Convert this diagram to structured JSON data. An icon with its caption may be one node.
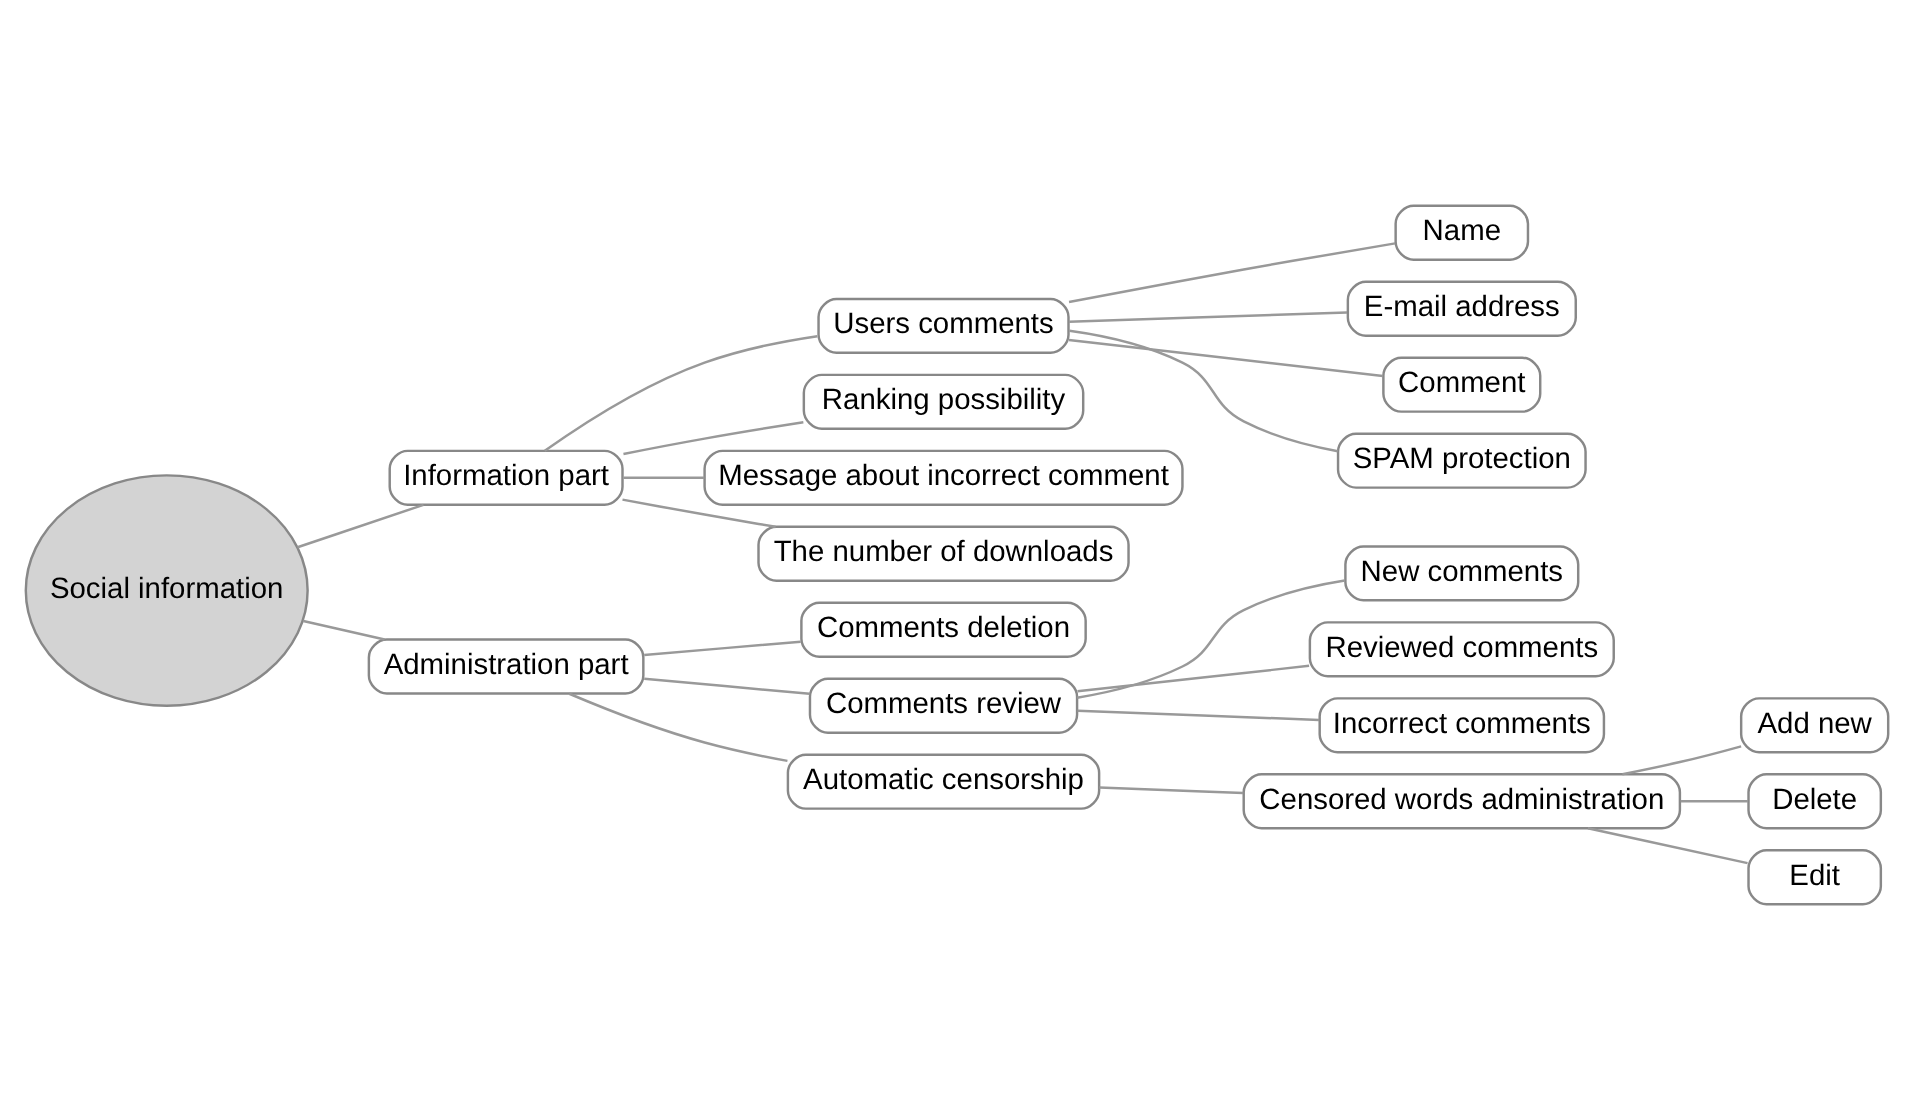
{
  "diagram": {
    "nodes": [
      {
        "text": [
          "Social information"
        ]
      },
      {
        "text": [
          "Information part"
        ]
      },
      {
        "text": [
          "Users comments"
        ]
      },
      {
        "text": [
          "Name"
        ]
      },
      {
        "text": [
          "E-mail address"
        ]
      },
      {
        "text": [
          "Comment"
        ]
      },
      {
        "text": [
          "SPAM protection"
        ]
      },
      {
        "text": [
          "Ranking possibility"
        ]
      },
      {
        "text": [
          "Message about incorrect comment"
        ]
      },
      {
        "text": [
          "The number of downloads"
        ]
      },
      {
        "text": [
          "Administration part"
        ]
      },
      {
        "text": [
          "Comments deletion"
        ]
      },
      {
        "text": [
          "Comments review"
        ]
      },
      {
        "text": [
          "New comments"
        ]
      },
      {
        "text": [
          "Reviewed comments"
        ]
      },
      {
        "text": [
          "Incorrect comments"
        ]
      },
      {
        "text": [
          "Automatic censorship"
        ]
      },
      {
        "text": [
          "Censored words administration"
        ]
      },
      {
        "text": [
          "Add new"
        ]
      },
      {
        "text": [
          "Delete"
        ]
      },
      {
        "text": [
          "Edit"
        ]
      }
    ],
    "edges": [
      {
        "from": 0,
        "to": 1,
        "arrow": "none"
      },
      {
        "from": 1,
        "to": 2,
        "arrow": "none"
      },
      {
        "from": 2,
        "to": 3,
        "arrow": "none"
      },
      {
        "from": 2,
        "to": 4,
        "arrow": "none"
      },
      {
        "from": 2,
        "to": 5,
        "arrow": "none"
      },
      {
        "from": 2,
        "to": 6,
        "arrow": "none"
      },
      {
        "from": 1,
        "to": 7,
        "arrow": "none"
      },
      {
        "from": 1,
        "to": 8,
        "arrow": "none"
      },
      {
        "from": 1,
        "to": 9,
        "arrow": "none"
      },
      {
        "from": 0,
        "to": 10,
        "arrow": "none"
      },
      {
        "from": 10,
        "to": 11,
        "arrow": "none"
      },
      {
        "from": 10,
        "to": 12,
        "arrow": "none"
      },
      {
        "from": 12,
        "to": 13,
        "arrow": "none"
      },
      {
        "from": 12,
        "to": 14,
        "arrow": "none"
      },
      {
        "from": 12,
        "to": 15,
        "arrow": "none"
      },
      {
        "from": 10,
        "to": 16,
        "arrow": "none"
      },
      {
        "from": 16,
        "to": 17,
        "arrow": "none"
      },
      {
        "from": 17,
        "to": 18,
        "arrow": "none"
      },
      {
        "from": 17,
        "to": 19,
        "arrow": "none"
      },
      {
        "from": 17,
        "to": 20,
        "arrow": "none"
      }
    ]
  }
}
